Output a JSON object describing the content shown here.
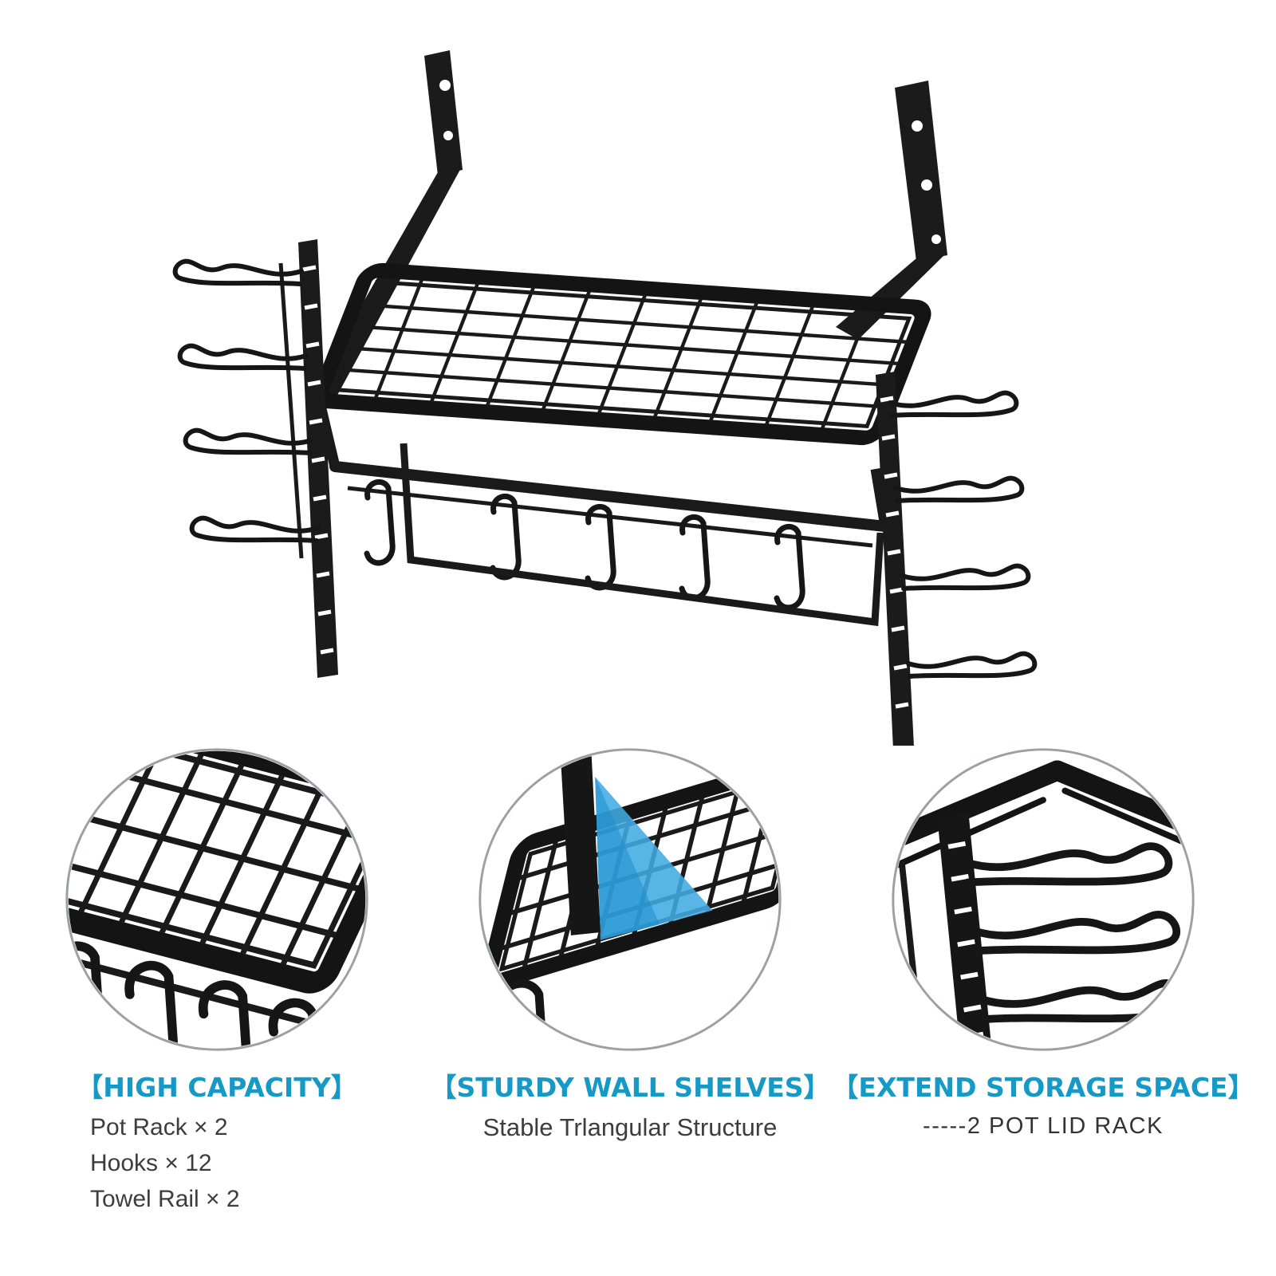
{
  "page": {
    "background": "#ffffff"
  },
  "colors": {
    "accent_heading": "#1599c7",
    "body_text": "#3d3d3d",
    "rack_black": "#1b1b1b",
    "highlight_blue": "#41abe2",
    "callout_border": "#9aa0a6"
  },
  "illustration": {
    "hero": "wall-mounted pot rack with wire shelf, hooks, towel rail and side pot-lid racks",
    "callout_1": "shelf grid corner with hanging hooks",
    "callout_2": "triangular wall bracket highlighted in blue",
    "callout_3": "side pot lid rack with wire arms"
  },
  "features": [
    {
      "id": "high-capacity",
      "heading": "【HIGH CAPACITY】",
      "lines": [
        "Pot Rack × 2",
        "Hooks × 12",
        "Towel Rail × 2"
      ]
    },
    {
      "id": "sturdy-wall-shelves",
      "heading": "【STURDY WALL SHELVES】",
      "lines": [
        "Stable Trlangular Structure"
      ]
    },
    {
      "id": "extend-storage-space",
      "heading": "【EXTEND STORAGE SPACE】",
      "lines": [
        "-----2 POT LID RACK"
      ]
    }
  ]
}
